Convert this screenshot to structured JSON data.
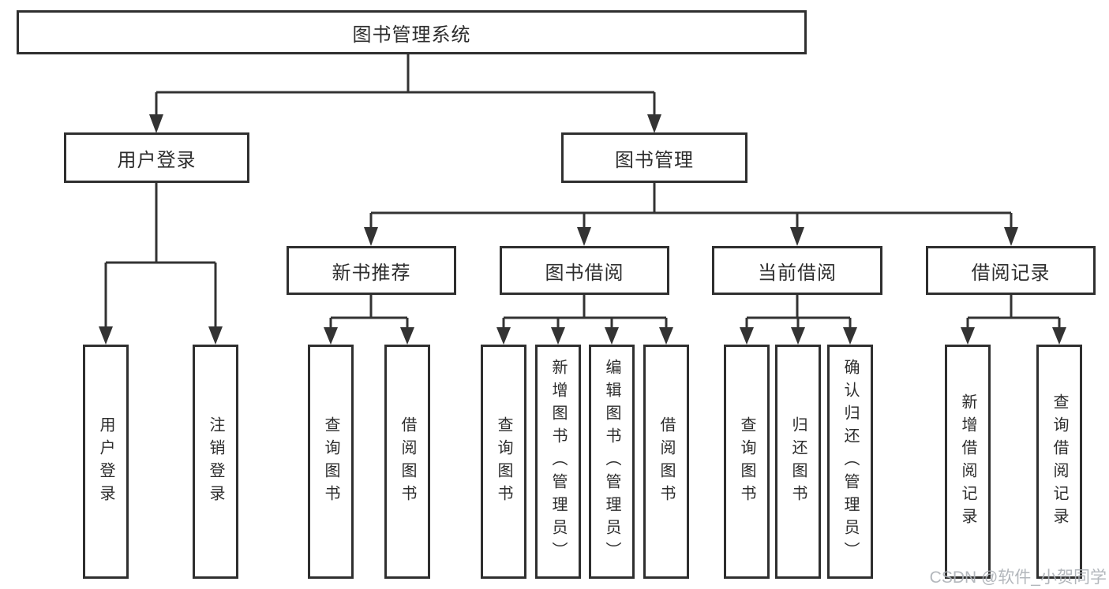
{
  "diagram": {
    "root": {
      "label": "图书管理系统"
    },
    "branches": [
      {
        "label": "用户登录",
        "children": [
          {
            "label": "用户登录"
          },
          {
            "label": "注销登录"
          }
        ]
      },
      {
        "label": "图书管理",
        "children": [
          {
            "label": "新书推荐",
            "children": [
              {
                "label": "查询图书"
              },
              {
                "label": "借阅图书"
              }
            ]
          },
          {
            "label": "图书借阅",
            "children": [
              {
                "label": "查询图书"
              },
              {
                "label": "新增图书（管理员）"
              },
              {
                "label": "编辑图书（管理员）"
              },
              {
                "label": "借阅图书"
              }
            ]
          },
          {
            "label": "当前借阅",
            "children": [
              {
                "label": "查询图书"
              },
              {
                "label": "归还图书"
              },
              {
                "label": "确认归还（管理员）"
              }
            ]
          },
          {
            "label": "借阅记录",
            "children": [
              {
                "label": "新增借阅记录"
              },
              {
                "label": "查询借阅记录"
              }
            ]
          }
        ]
      }
    ]
  },
  "watermark": {
    "text": "CSDN @软件_小贺同学"
  },
  "colors": {
    "line": "#333333",
    "box_border": "#2f2f2f",
    "text": "#2d2d2d",
    "background": "#ffffff",
    "watermark": "#adb1b6"
  }
}
